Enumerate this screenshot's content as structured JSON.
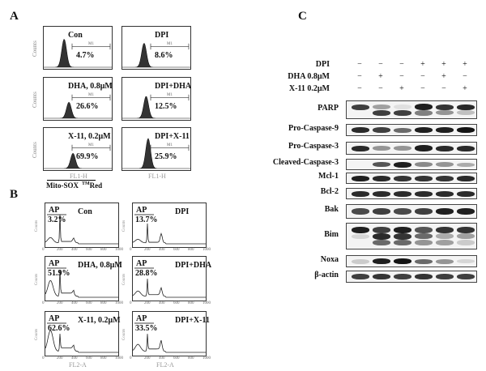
{
  "panel_labels": {
    "a": "A",
    "b": "B",
    "c": "C"
  },
  "panel_a": {
    "y_axis_label": "Counts",
    "x_axis_label": "FL1-H",
    "marker_label": "M1",
    "stain_label": "Mito-SOX",
    "stain_superscript": "TM",
    "stain_suffix": "Red",
    "plots": [
      {
        "condition": "Con",
        "percent": "4.7%"
      },
      {
        "condition": "DPI",
        "percent": "8.6%"
      },
      {
        "condition": "DHA, 0.8μM",
        "percent": "26.6%"
      },
      {
        "condition": "DPI+DHA",
        "percent": "12.5%"
      },
      {
        "condition": "X-11, 0.2μM",
        "percent": "69.9%"
      },
      {
        "condition": "DPI+X-11",
        "percent": "25.9%"
      }
    ]
  },
  "panel_b": {
    "y_axis_label": "Counts",
    "x_axis_label": "FL2-A",
    "gate_label": "AP",
    "x_ticks": [
      "0",
      "200",
      "400",
      "600",
      "800",
      "1000"
    ],
    "plots": [
      {
        "condition": "Con",
        "percent": "3.2%"
      },
      {
        "condition": "DPI",
        "percent": "13.7%"
      },
      {
        "condition": "DHA,  0.8μM",
        "percent": "51.9%"
      },
      {
        "condition": "DPI+DHA",
        "percent": "28.8%"
      },
      {
        "condition": "X-11,  0.2μM",
        "percent": "62.6%"
      },
      {
        "condition": "DPI+X-11",
        "percent": "33.5%"
      }
    ]
  },
  "panel_c": {
    "treatments": [
      {
        "label": "DPI",
        "signs": [
          "−",
          "−",
          "−",
          "+",
          "+",
          "+"
        ]
      },
      {
        "label": "DHA  0.8μM",
        "signs": [
          "−",
          "+",
          "−",
          "−",
          "+",
          "−"
        ]
      },
      {
        "label": "X-11  0.2μM",
        "signs": [
          "−",
          "−",
          "+",
          "−",
          "−",
          "+"
        ]
      }
    ],
    "blots": [
      {
        "label": "PARP",
        "bands": [
          [
            0.8,
            0.35,
            0.05,
            0.95,
            0.85,
            0.9
          ],
          [
            0.0,
            0.8,
            0.8,
            0.5,
            0.4,
            0.2
          ]
        ]
      },
      {
        "label": "Pro-Caspase-9",
        "bands": [
          [
            0.9,
            0.8,
            0.6,
            0.95,
            0.95,
            1.0
          ]
        ]
      },
      {
        "label": "Pro-Caspase-3",
        "bands": [
          [
            0.9,
            0.4,
            0.4,
            0.95,
            0.9,
            0.9
          ]
        ]
      },
      {
        "label": "Cleaved-Caspase-3",
        "bands": [
          [
            0.0,
            0.7,
            0.95,
            0.45,
            0.4,
            0.3
          ]
        ]
      },
      {
        "label": "Mcl-1",
        "bands": [
          [
            0.95,
            0.9,
            0.85,
            0.85,
            0.85,
            0.9
          ]
        ]
      },
      {
        "label": "Bcl-2",
        "bands": [
          [
            0.9,
            0.9,
            0.9,
            0.9,
            0.9,
            0.9
          ]
        ]
      },
      {
        "label": "Bak",
        "bands": [
          [
            0.75,
            0.8,
            0.75,
            0.8,
            0.95,
            0.95
          ]
        ]
      },
      {
        "label": "Bim",
        "bands": [
          [
            0.95,
            0.8,
            0.95,
            0.7,
            0.85,
            0.85
          ],
          [
            0.1,
            0.9,
            0.85,
            0.6,
            0.3,
            0.35
          ],
          [
            0.0,
            0.6,
            0.6,
            0.4,
            0.35,
            0.15
          ]
        ]
      },
      {
        "label": "Noxa",
        "bands": [
          [
            0.15,
            0.95,
            1.0,
            0.6,
            0.4,
            0.1
          ]
        ]
      },
      {
        "label": "β-actin",
        "bands": [
          [
            0.8,
            0.85,
            0.8,
            0.85,
            0.8,
            0.8
          ]
        ]
      }
    ]
  }
}
